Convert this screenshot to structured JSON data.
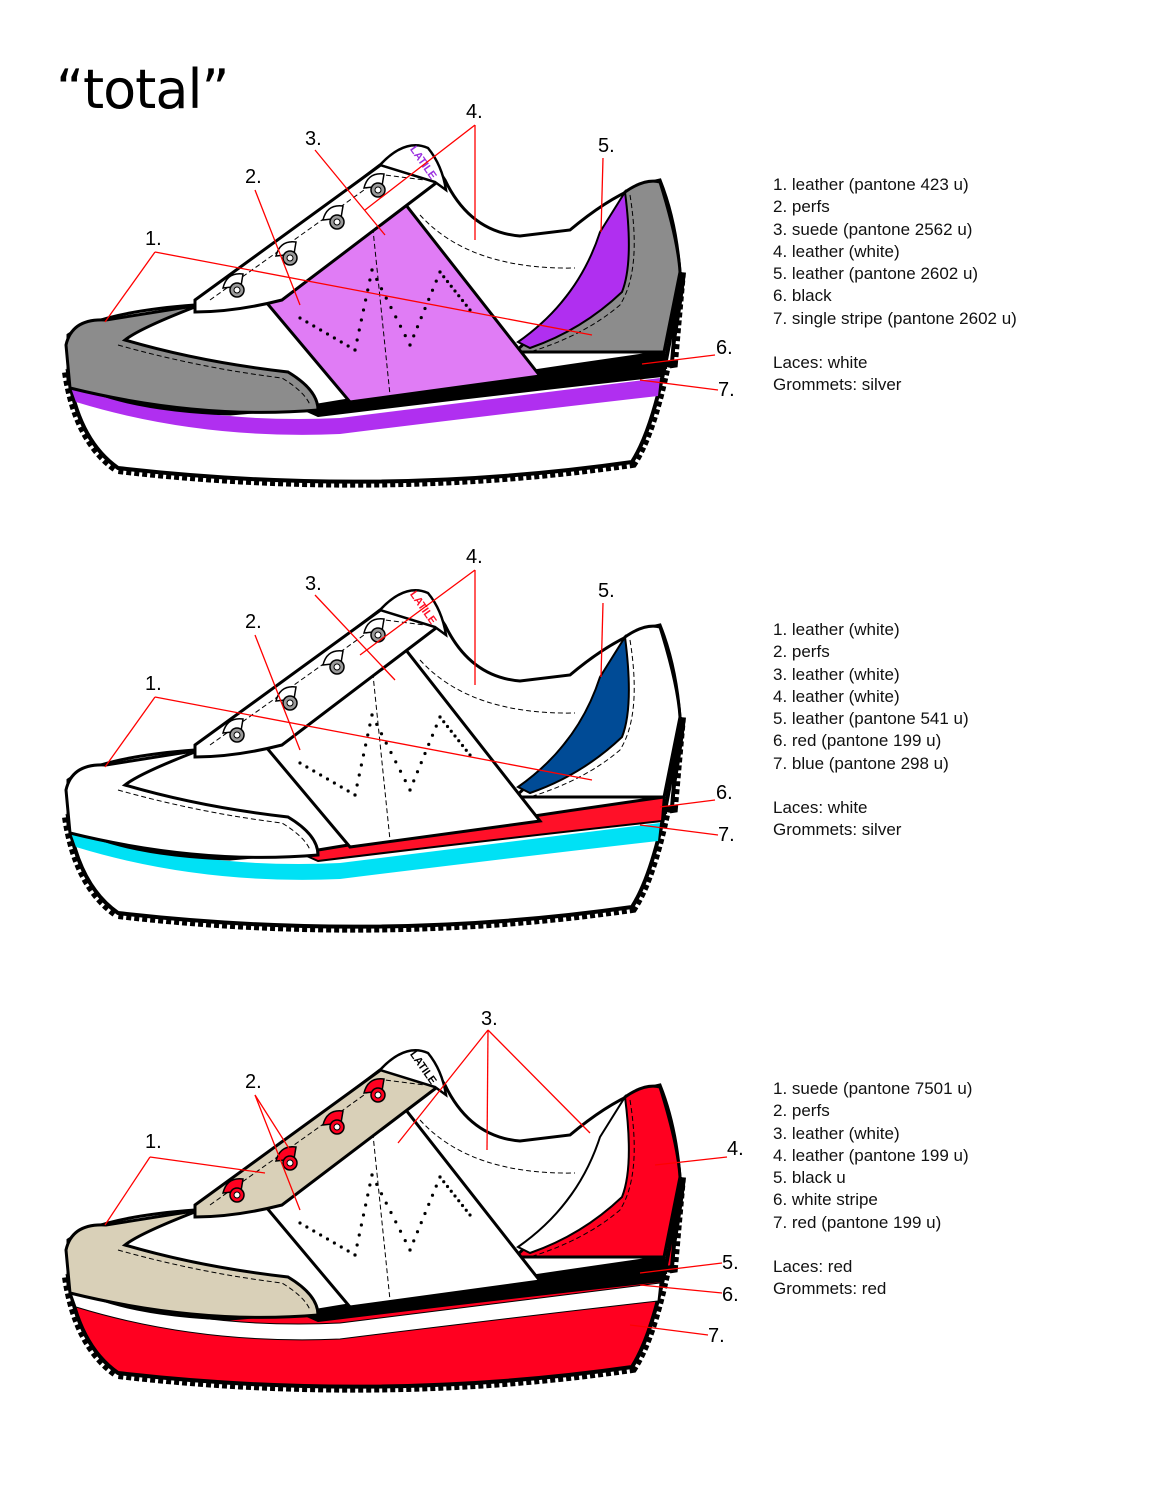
{
  "title": "“total”",
  "brand_logo_text": "LATILE",
  "shoes": [
    {
      "specs": [
        "1. leather (pantone 423 u)",
        "2. perfs",
        "3. suede (pantone 2562 u)",
        "4. leather (white)",
        "5. leather (pantone 2602 u)",
        "6. black",
        "7. single stripe (pantone 2602 u)"
      ],
      "laces": "Laces: white",
      "grommets": "Grommets: silver",
      "callouts": [
        "1.",
        "2.",
        "3.",
        "4.",
        "5.",
        "6.",
        "7."
      ],
      "colors": {
        "toe": "#8c8c8c",
        "eyestay": "#ffffff",
        "band": "#e07cf5",
        "heel": "#8c8c8c",
        "heel_inner": "#b02ff0",
        "band6": "#000000",
        "stripe7": "#b02ff0",
        "sole": "#ffffff",
        "lace": "#ffffff",
        "grommet": "#9a9a9a",
        "logo": "#9b2fe0"
      }
    },
    {
      "specs": [
        "1. leather (white)",
        "2. perfs",
        "3. leather (white)",
        "4. leather (white)",
        "5. leather (pantone 541 u)",
        "6. red (pantone 199 u)",
        "7. blue (pantone 298 u)"
      ],
      "laces": "Laces: white",
      "grommets": "Grommets: silver",
      "callouts": [
        "1.",
        "2.",
        "3.",
        "4.",
        "5.",
        "6.",
        "7."
      ],
      "colors": {
        "toe": "#ffffff",
        "eyestay": "#ffffff",
        "band": "#ffffff",
        "heel": "#ffffff",
        "heel_inner": "#004b96",
        "band6": "#ff1028",
        "stripe7": "#00e1f5",
        "sole": "#ffffff",
        "lace": "#ffffff",
        "grommet": "#9a9a9a",
        "logo": "#ff1028"
      }
    },
    {
      "specs": [
        "1. suede (pantone 7501 u)",
        "2. perfs",
        "3. leather (white)",
        "4. leather (pantone 199 u)",
        "5. black u",
        "6. white stripe",
        "7. red (pantone 199 u)"
      ],
      "laces": "Laces: red",
      "grommets": "Grommets: red",
      "callouts": [
        "1.",
        "2.",
        "3.",
        "4.",
        "5.",
        "6.",
        "7."
      ],
      "colors": {
        "toe": "#d9d0b8",
        "eyestay": "#d9d0b8",
        "band": "#ffffff",
        "heel": "#ff0020",
        "heel_inner": "#ffffff",
        "band6": "#000000",
        "stripe7": "#ffffff",
        "sole": "#ff0020",
        "lace": "#ff0020",
        "grommet": "#ff0020",
        "logo": "#000000"
      }
    }
  ]
}
